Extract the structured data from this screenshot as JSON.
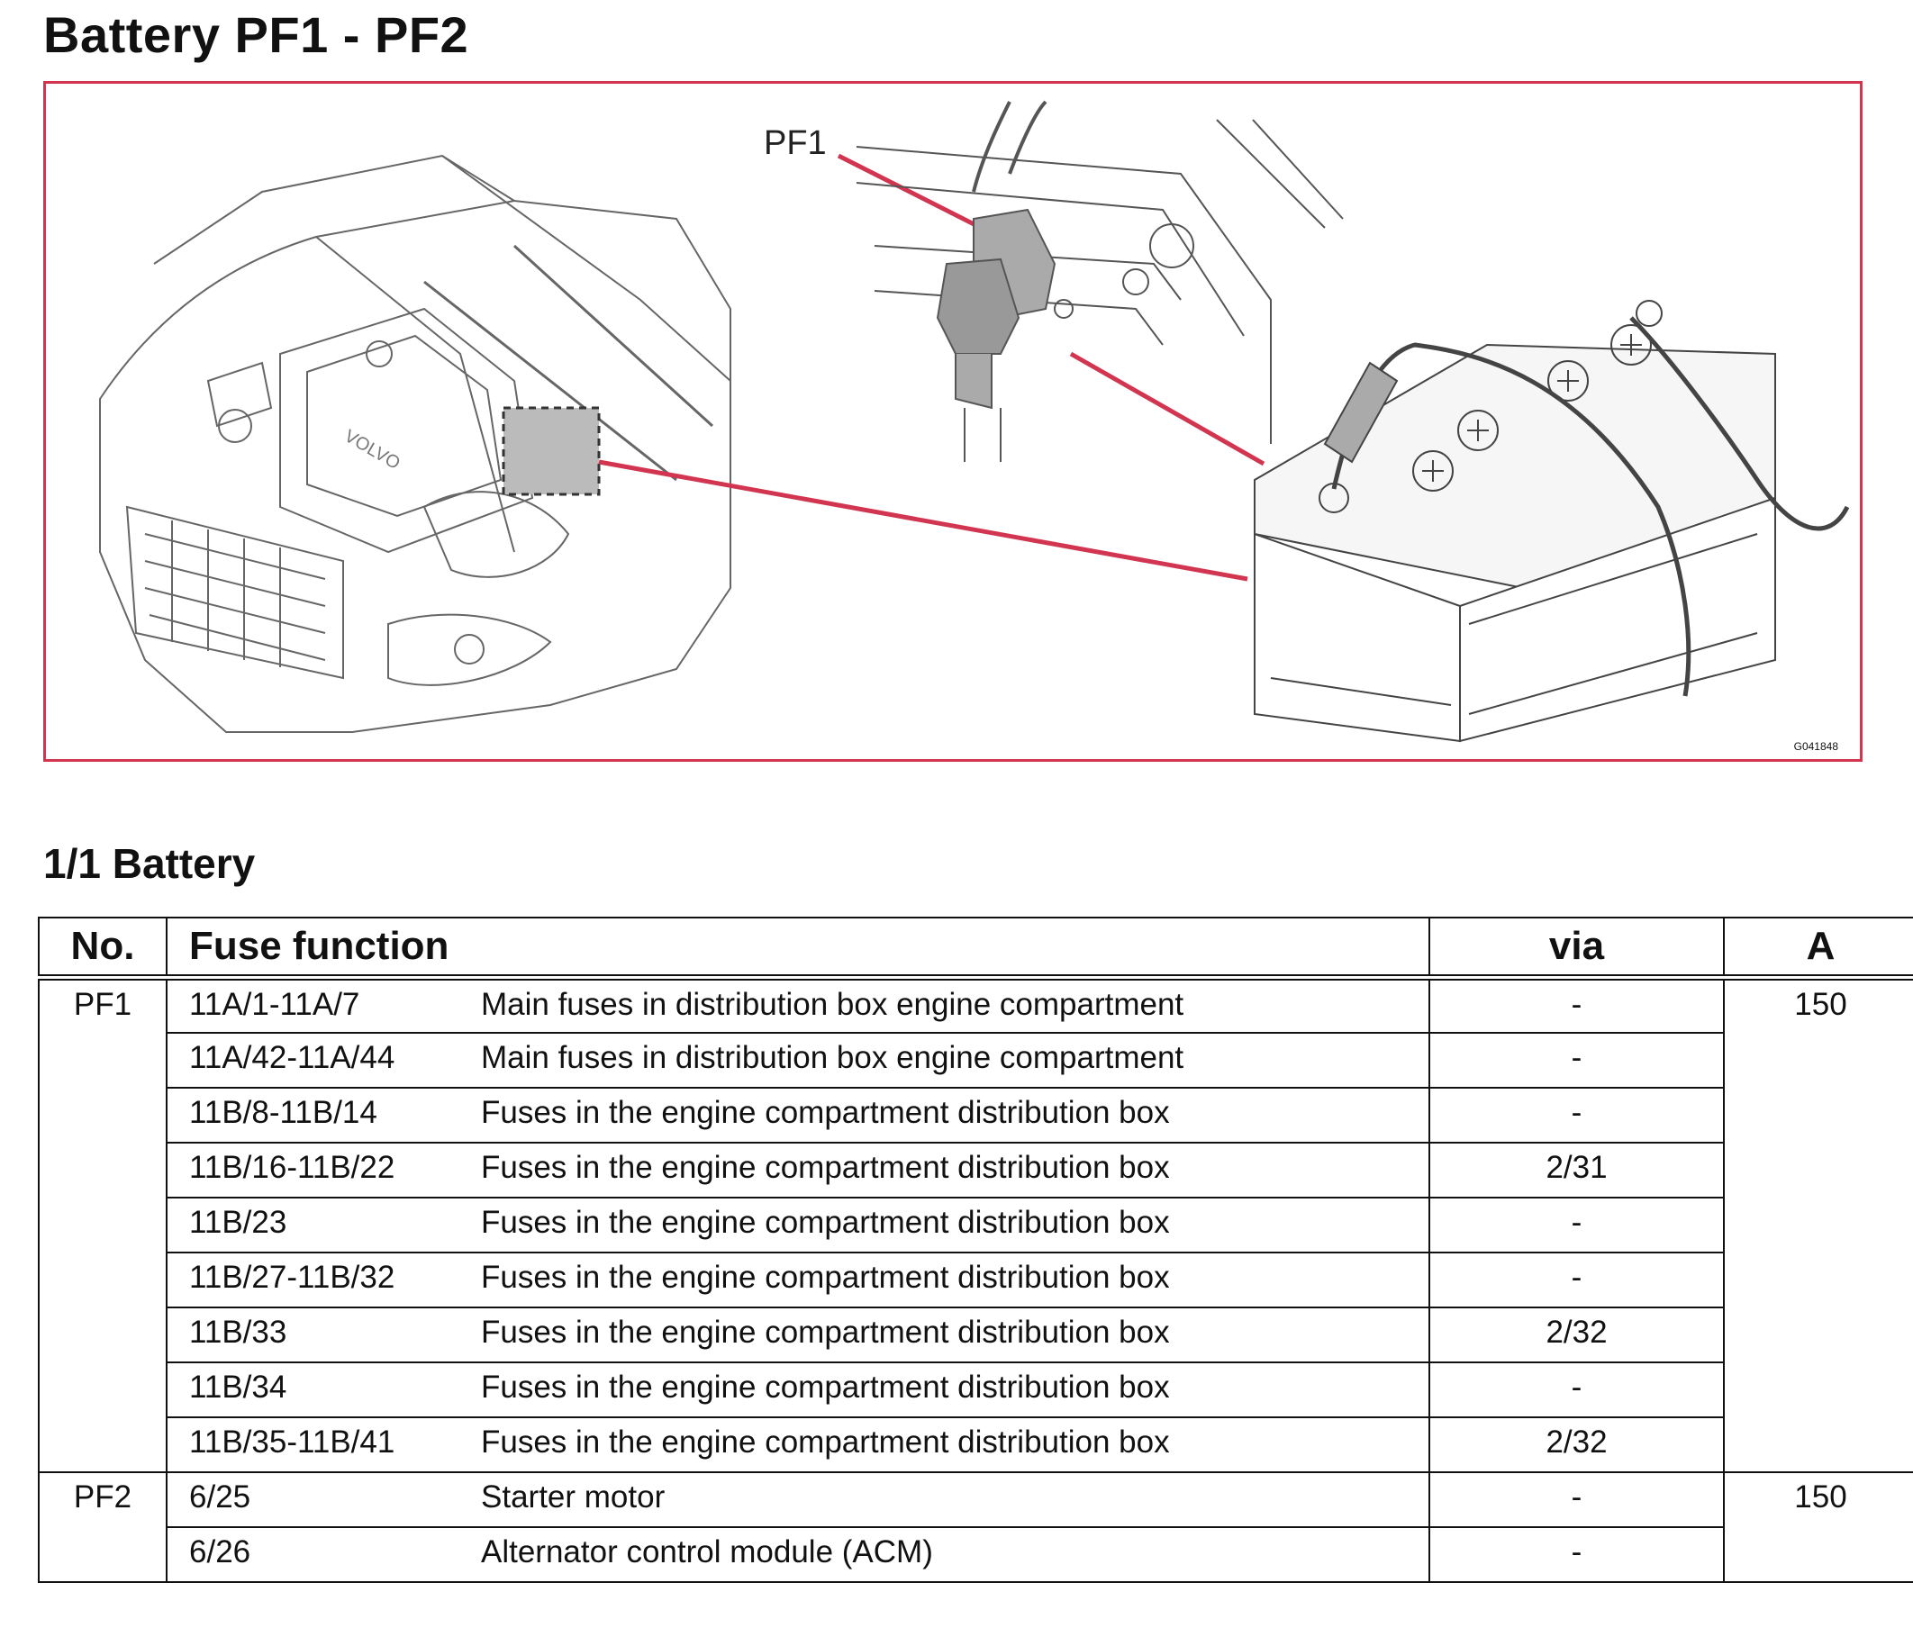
{
  "page": {
    "title": "Battery PF1 - PF2"
  },
  "figure": {
    "callout_label": "PF1",
    "image_code": "G041848",
    "engine_logo_text": "VOLVO",
    "accent_color": "#d1354f"
  },
  "section": {
    "title": "1/1 Battery"
  },
  "table": {
    "headers": {
      "no": "No.",
      "fuse_function": "Fuse function",
      "via": "via",
      "amps": "A"
    },
    "groups": [
      {
        "no": "PF1",
        "amps": "150",
        "rows": [
          {
            "code": "11A/1-11A/7",
            "description": "Main fuses in distribution box engine compartment",
            "via": "-"
          },
          {
            "code": "11A/42-11A/44",
            "description": "Main fuses in distribution box engine compartment",
            "via": "-"
          },
          {
            "code": "11B/8-11B/14",
            "description": "Fuses in the engine compartment distribution box",
            "via": "-"
          },
          {
            "code": "11B/16-11B/22",
            "description": "Fuses in the engine compartment distribution box",
            "via": "2/31"
          },
          {
            "code": "11B/23",
            "description": "Fuses in the engine compartment distribution box",
            "via": "-"
          },
          {
            "code": "11B/27-11B/32",
            "description": "Fuses in the engine compartment distribution box",
            "via": "-"
          },
          {
            "code": "11B/33",
            "description": "Fuses in the engine compartment distribution box",
            "via": "2/32"
          },
          {
            "code": "11B/34",
            "description": "Fuses in the engine compartment distribution box",
            "via": "-"
          },
          {
            "code": "11B/35-11B/41",
            "description": "Fuses in the engine compartment distribution box",
            "via": "2/32"
          }
        ]
      },
      {
        "no": "PF2",
        "amps": "150",
        "rows": [
          {
            "code": "6/25",
            "description": "Starter motor",
            "via": "-"
          },
          {
            "code": "6/26",
            "description": "Alternator control module (ACM)",
            "via": "-"
          }
        ]
      }
    ]
  }
}
